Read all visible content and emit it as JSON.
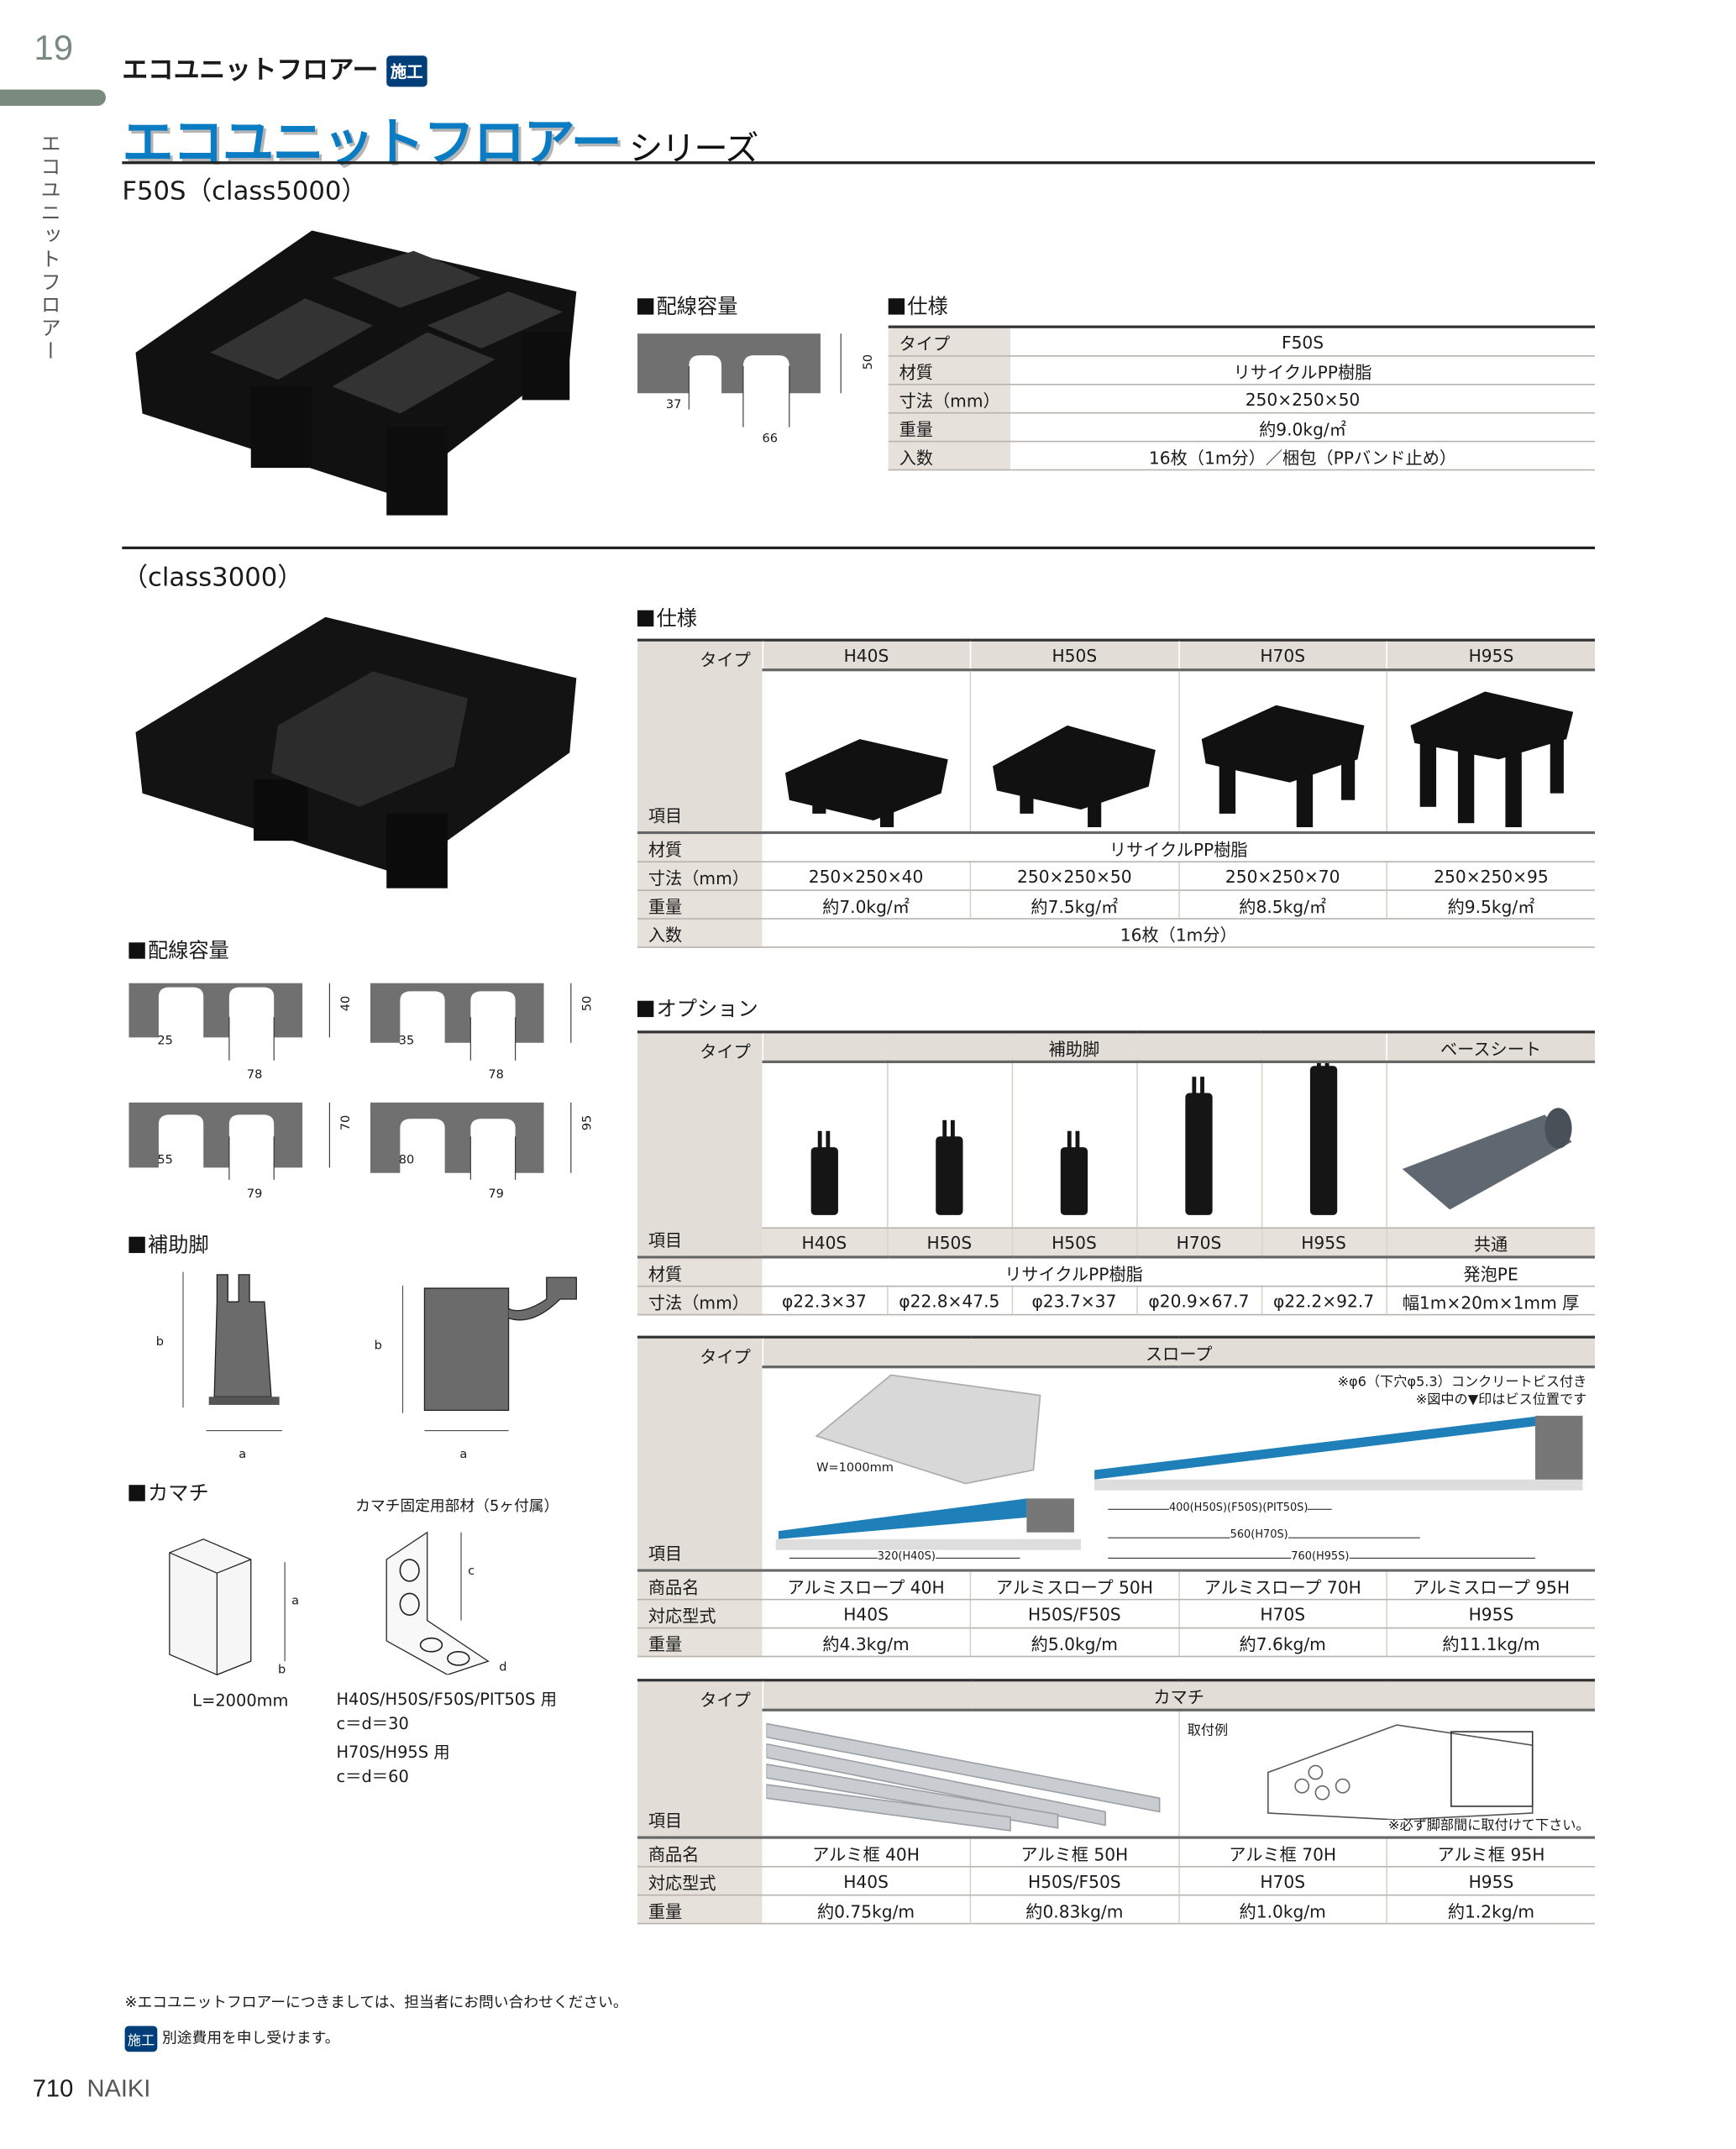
{
  "page": {
    "section_number": "19",
    "side_label": "エコユニットフロアー",
    "page_number": "710",
    "brand": "NAIKI"
  },
  "header": {
    "small_title": "エコユニットフロアー",
    "badge": "施工",
    "title": "エコユニットフロアー",
    "title_suffix": "シリーズ"
  },
  "f50s": {
    "heading": "F50S（class5000）",
    "wiring_title": "配線容量",
    "wiring_dims": [
      "50",
      "37",
      "66"
    ],
    "spec_title": "仕様",
    "spec": [
      [
        "タイプ",
        "F50S"
      ],
      [
        "材質",
        "リサイクルPP樹脂"
      ],
      [
        "寸法（mm）",
        "250×250×50"
      ],
      [
        "重量",
        "約9.0kg/㎡"
      ],
      [
        "入数",
        "16枚（1m分）／梱包（PPバンド止め）"
      ]
    ]
  },
  "c3000": {
    "heading": "（class3000）",
    "spec_title": "仕様",
    "type_label": "タイプ",
    "item_label": "項目",
    "types": [
      "H40S",
      "H50S",
      "H70S",
      "H95S"
    ],
    "rows": [
      {
        "label": "材質",
        "merged": "リサイクルPP樹脂"
      },
      {
        "label": "寸法（mm）",
        "values": [
          "250×250×40",
          "250×250×50",
          "250×250×70",
          "250×250×95"
        ]
      },
      {
        "label": "重量",
        "values": [
          "約7.0kg/㎡",
          "約7.5kg/㎡",
          "約8.5kg/㎡",
          "約9.5kg/㎡"
        ]
      },
      {
        "label": "入数",
        "merged": "16枚（1m分）"
      }
    ],
    "wiring_title": "配線容量",
    "wiring": [
      {
        "h": "40",
        "a": "25",
        "b": "78"
      },
      {
        "h": "50",
        "a": "35",
        "b": "78"
      },
      {
        "h": "70",
        "a": "55",
        "b": "79"
      },
      {
        "h": "95",
        "a": "80",
        "b": "79"
      }
    ]
  },
  "aux_leg": {
    "title": "補助脚",
    "labels": [
      "b",
      "a",
      "b",
      "a"
    ]
  },
  "kamachi_left": {
    "title": "カマチ",
    "part_title": "カマチ固定用部材（5ヶ付属）",
    "dims": [
      "a",
      "b",
      "c",
      "d"
    ],
    "length": "L=2000mm",
    "notes": [
      "H40S/H50S/F50S/PIT50S 用",
      "c＝d＝30",
      "H70S/H95S 用",
      "c＝d＝60"
    ]
  },
  "option": {
    "title": "オプション",
    "type_label": "タイプ",
    "item_label": "項目",
    "group1": "補助脚",
    "group2": "ベースシート",
    "models": [
      "H40S",
      "H50S",
      "H50S",
      "H70S",
      "H95S",
      "共通"
    ],
    "material_label": "材質",
    "material1": "リサイクルPP樹脂",
    "material2": "発泡PE",
    "size_label": "寸法（mm）",
    "sizes": [
      "φ22.3×37",
      "φ22.8×47.5",
      "φ23.7×37",
      "φ20.9×67.7",
      "φ22.2×92.7",
      "幅1m×20m×1mm 厚"
    ]
  },
  "slope": {
    "type_label": "タイプ",
    "item_label": "項目",
    "group": "スロープ",
    "notes": [
      "※φ6（下穴φ5.3）コンクリートビス付き",
      "※図中の▼印はビス位置です"
    ],
    "width_label": "W=1000mm",
    "dims": [
      "320(H40S)",
      "400(H50S)(F50S)(PIT50S)",
      "560(H70S)",
      "760(H95S)"
    ],
    "rows": [
      {
        "label": "商品名",
        "values": [
          "アルミスロープ 40H",
          "アルミスロープ 50H",
          "アルミスロープ 70H",
          "アルミスロープ 95H"
        ]
      },
      {
        "label": "対応型式",
        "values": [
          "H40S",
          "H50S/F50S",
          "H70S",
          "H95S"
        ]
      },
      {
        "label": "重量",
        "values": [
          "約4.3kg/m",
          "約5.0kg/m",
          "約7.6kg/m",
          "約11.1kg/m"
        ]
      }
    ]
  },
  "kamachi": {
    "type_label": "タイプ",
    "item_label": "項目",
    "group": "カマチ",
    "example_label": "取付例",
    "example_note": "※必ず脚部間に取付けて下さい。",
    "rows": [
      {
        "label": "商品名",
        "values": [
          "アルミ框 40H",
          "アルミ框 50H",
          "アルミ框 70H",
          "アルミ框 95H"
        ]
      },
      {
        "label": "対応型式",
        "values": [
          "H40S",
          "H50S/F50S",
          "H70S",
          "H95S"
        ]
      },
      {
        "label": "重量",
        "values": [
          "約0.75kg/m",
          "約0.83kg/m",
          "約1.0kg/m",
          "約1.2kg/m"
        ]
      }
    ]
  },
  "footer": {
    "note": "※エコユニットフロアーにつきましては、担当者にお問い合わせください。",
    "badge": "施工",
    "badge_note": "別途費用を申し受けます。"
  },
  "colors": {
    "brand_blue": "#0a7cc4",
    "badge_navy": "#003e7a",
    "accent_gray": "#7a8a7e"
  }
}
